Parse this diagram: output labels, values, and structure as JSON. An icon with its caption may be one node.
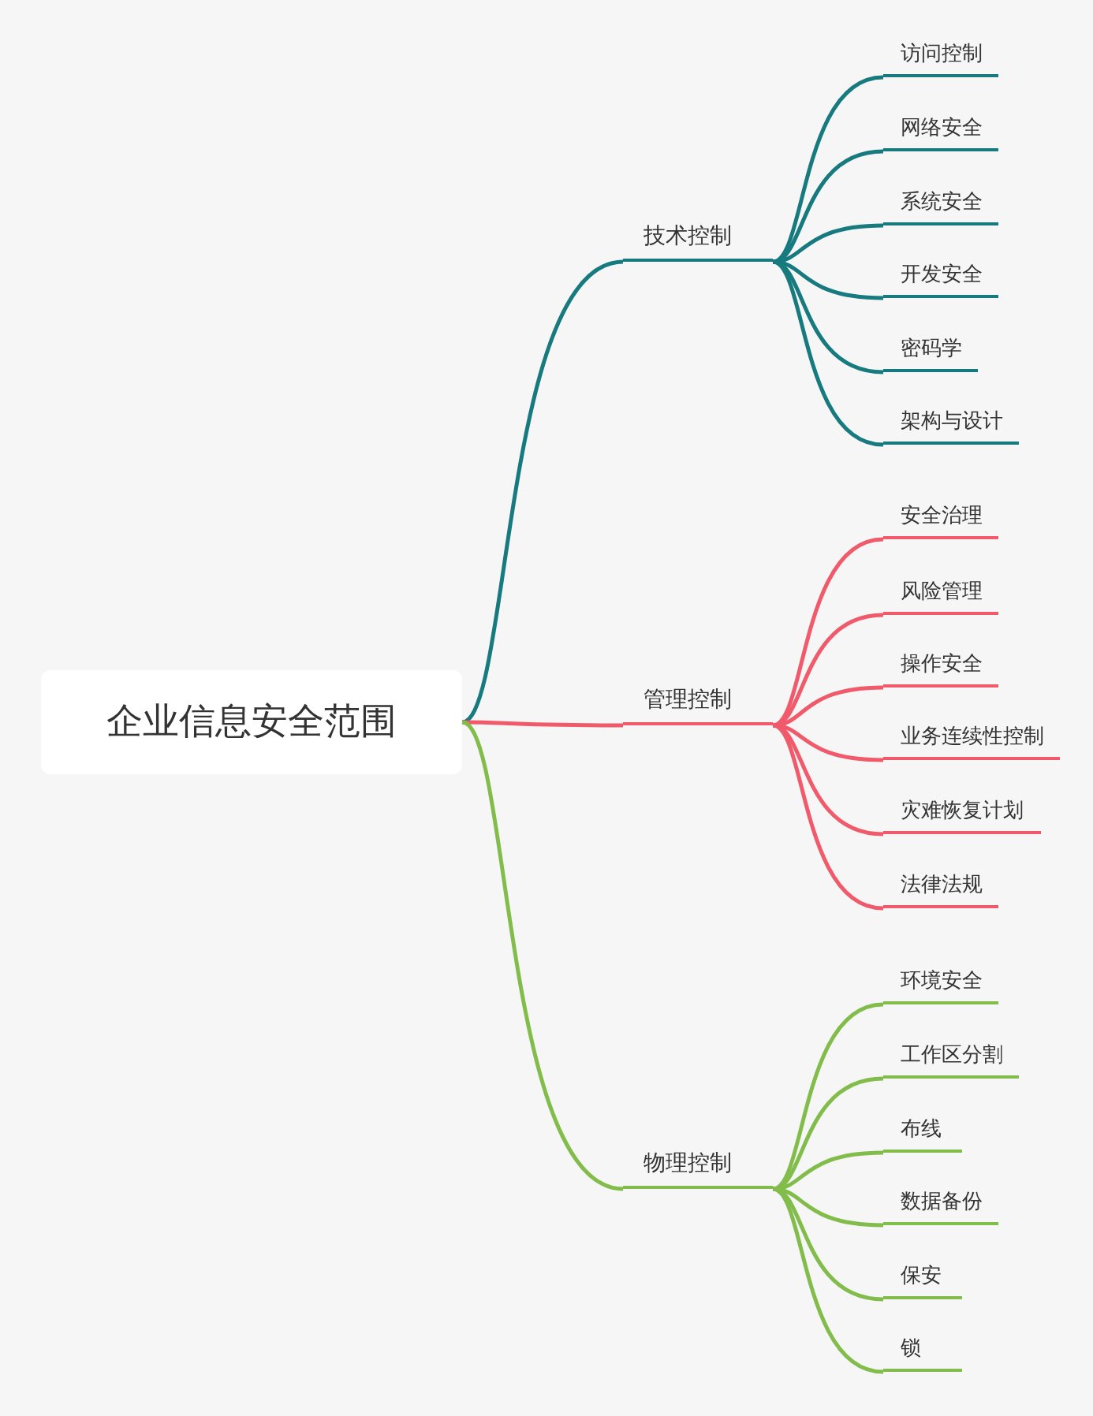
{
  "diagram": {
    "nodes": [
      {
        "text": [
          "企业信息安全范围"
        ]
      },
      {
        "text": [
          "技术控制"
        ]
      },
      {
        "text": [
          "访问控制"
        ]
      },
      {
        "text": [
          "网络安全"
        ]
      },
      {
        "text": [
          "系统安全"
        ]
      },
      {
        "text": [
          "开发安全"
        ]
      },
      {
        "text": [
          "密码学"
        ]
      },
      {
        "text": [
          "架构与设计"
        ]
      },
      {
        "text": [
          "管理控制"
        ]
      },
      {
        "text": [
          "安全治理"
        ]
      },
      {
        "text": [
          "风险管理"
        ]
      },
      {
        "text": [
          "操作安全"
        ]
      },
      {
        "text": [
          "业务连续性控制"
        ]
      },
      {
        "text": [
          "灾难恢复计划"
        ]
      },
      {
        "text": [
          "法律法规"
        ]
      },
      {
        "text": [
          "物理控制"
        ]
      },
      {
        "text": [
          "环境安全"
        ]
      },
      {
        "text": [
          "工作区分割"
        ]
      },
      {
        "text": [
          "布线"
        ]
      },
      {
        "text": [
          "数据备份"
        ]
      },
      {
        "text": [
          "保安"
        ]
      },
      {
        "text": [
          "锁"
        ]
      }
    ],
    "edges": [
      {
        "from": 0,
        "to": 1,
        "arrow": "none",
        "color": "#167a7e"
      },
      {
        "from": 1,
        "to": 2,
        "arrow": "none",
        "color": "#167a7e"
      },
      {
        "from": 1,
        "to": 3,
        "arrow": "none",
        "color": "#167a7e"
      },
      {
        "from": 1,
        "to": 4,
        "arrow": "none",
        "color": "#167a7e"
      },
      {
        "from": 1,
        "to": 5,
        "arrow": "none",
        "color": "#167a7e"
      },
      {
        "from": 1,
        "to": 6,
        "arrow": "none",
        "color": "#167a7e"
      },
      {
        "from": 1,
        "to": 7,
        "arrow": "none",
        "color": "#167a7e"
      },
      {
        "from": 0,
        "to": 8,
        "arrow": "none",
        "color": "#f05a6a"
      },
      {
        "from": 8,
        "to": 9,
        "arrow": "none",
        "color": "#f05a6a"
      },
      {
        "from": 8,
        "to": 10,
        "arrow": "none",
        "color": "#f05a6a"
      },
      {
        "from": 8,
        "to": 11,
        "arrow": "none",
        "color": "#f05a6a"
      },
      {
        "from": 8,
        "to": 12,
        "arrow": "none",
        "color": "#f05a6a"
      },
      {
        "from": 8,
        "to": 13,
        "arrow": "none",
        "color": "#f05a6a"
      },
      {
        "from": 8,
        "to": 14,
        "arrow": "none",
        "color": "#f05a6a"
      },
      {
        "from": 0,
        "to": 15,
        "arrow": "none",
        "color": "#82bd4b"
      },
      {
        "from": 15,
        "to": 16,
        "arrow": "none",
        "color": "#82bd4b"
      },
      {
        "from": 15,
        "to": 17,
        "arrow": "none",
        "color": "#82bd4b"
      },
      {
        "from": 15,
        "to": 18,
        "arrow": "none",
        "color": "#82bd4b"
      },
      {
        "from": 15,
        "to": 19,
        "arrow": "none",
        "color": "#82bd4b"
      },
      {
        "from": 15,
        "to": 20,
        "arrow": "none",
        "color": "#82bd4b"
      },
      {
        "from": 15,
        "to": 21,
        "arrow": "none",
        "color": "#82bd4b"
      }
    ]
  }
}
